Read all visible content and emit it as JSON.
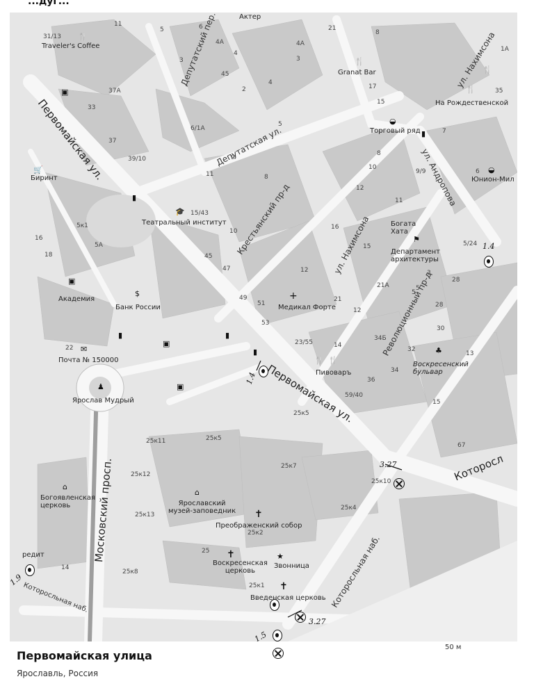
{
  "header": {
    "partial_title": "...дуг..."
  },
  "map": {
    "streets": {
      "pervomayskaya_upper": "Первомайская ул.",
      "pervomayskaya_lower": "Первомайская ул.",
      "deputatskaya_ul": "Депутатская ул.",
      "deputatsky_per": "Депутатский пер.",
      "krestyansky": "Крестьянский пр-д",
      "nakhimsona_mid": "ул. Нахимсона",
      "nakhimsona_top": "ул. Нахимсона",
      "revolyutsionny": "Революционный пр-д",
      "andropova": "ул. Андропова",
      "moskovsky": "Московский просп.",
      "kotoroslnaya_nab": "Которосльная наб.",
      "kotorosl_river": "Которосл",
      "kotoroslnaya_left": "Котороcльная наб."
    },
    "pois": {
      "travelers_coffee": "Traveler's Coffee",
      "akter": "Актер",
      "granat_bar": "Granat Bar",
      "na_rozhdestvenskoy": "На Рождественской",
      "torgovy_ryad": "Торговый ряд",
      "yunion_mil": "Юнион-Мил",
      "labirint": "Биринт",
      "teatralny_institut": "Театральный институт",
      "bogata_khata": "Богата\nХата",
      "departament": "Департамент\nархитектуры",
      "akademiya": "Академия",
      "bank_rossii": "Банк России",
      "medikal_forte": "Медикал Форте",
      "pochta": "Почта № 150000",
      "pivovar": "Пивоваръ",
      "voskresensky_bulvar": "Воскресенский\nбульвар",
      "yaroslav_mudry": "Ярослав Мудрый",
      "muzey": "Ярославский\nмузей-заповедник",
      "preobrazhensky": "Преображенский собор",
      "bogoyavlenskaya": "Богоявленская\nцерковь",
      "voskresenskaya": "Воскресенская\nцерковь",
      "zvonnitsa": "Звонница",
      "vvedenskaya": "Введенская церковь",
      "kredit": "редит"
    },
    "house_numbers": [
      "31/13",
      "11",
      "5",
      "6",
      "21",
      "8",
      "1А",
      "4А",
      "4",
      "4А",
      "3",
      "3",
      "45",
      "2",
      "4",
      "37А",
      "33",
      "17",
      "15",
      "5",
      "6/1А",
      "37",
      "39/10",
      "9",
      "11",
      "8",
      "8",
      "10",
      "12",
      "9/9",
      "6",
      "11",
      "15/43",
      "10",
      "16",
      "5к1",
      "5А",
      "16",
      "18",
      "45",
      "47",
      "15",
      "21А",
      "5",
      "28",
      "5/24",
      "49",
      "51",
      "12",
      "21",
      "12",
      "28",
      "53",
      "23/55",
      "14",
      "34Б",
      "30",
      "22",
      "13",
      "32",
      "34",
      "36",
      "59/40",
      "25к5",
      "15",
      "25к11",
      "25к5",
      "67",
      "25к12",
      "25к7",
      "25к10",
      "25к13",
      "25к4",
      "25к2",
      "25",
      "14",
      "25к8",
      "25к1",
      "3",
      "5",
      "35",
      "7"
    ],
    "handwritten": [
      "3.27",
      "3.27",
      "1.9",
      "1.5",
      "1.4",
      "1.4"
    ]
  },
  "footer": {
    "title": "Первомайская улица",
    "subtitle": "Ярославль, Россия",
    "scale": "50 м"
  }
}
